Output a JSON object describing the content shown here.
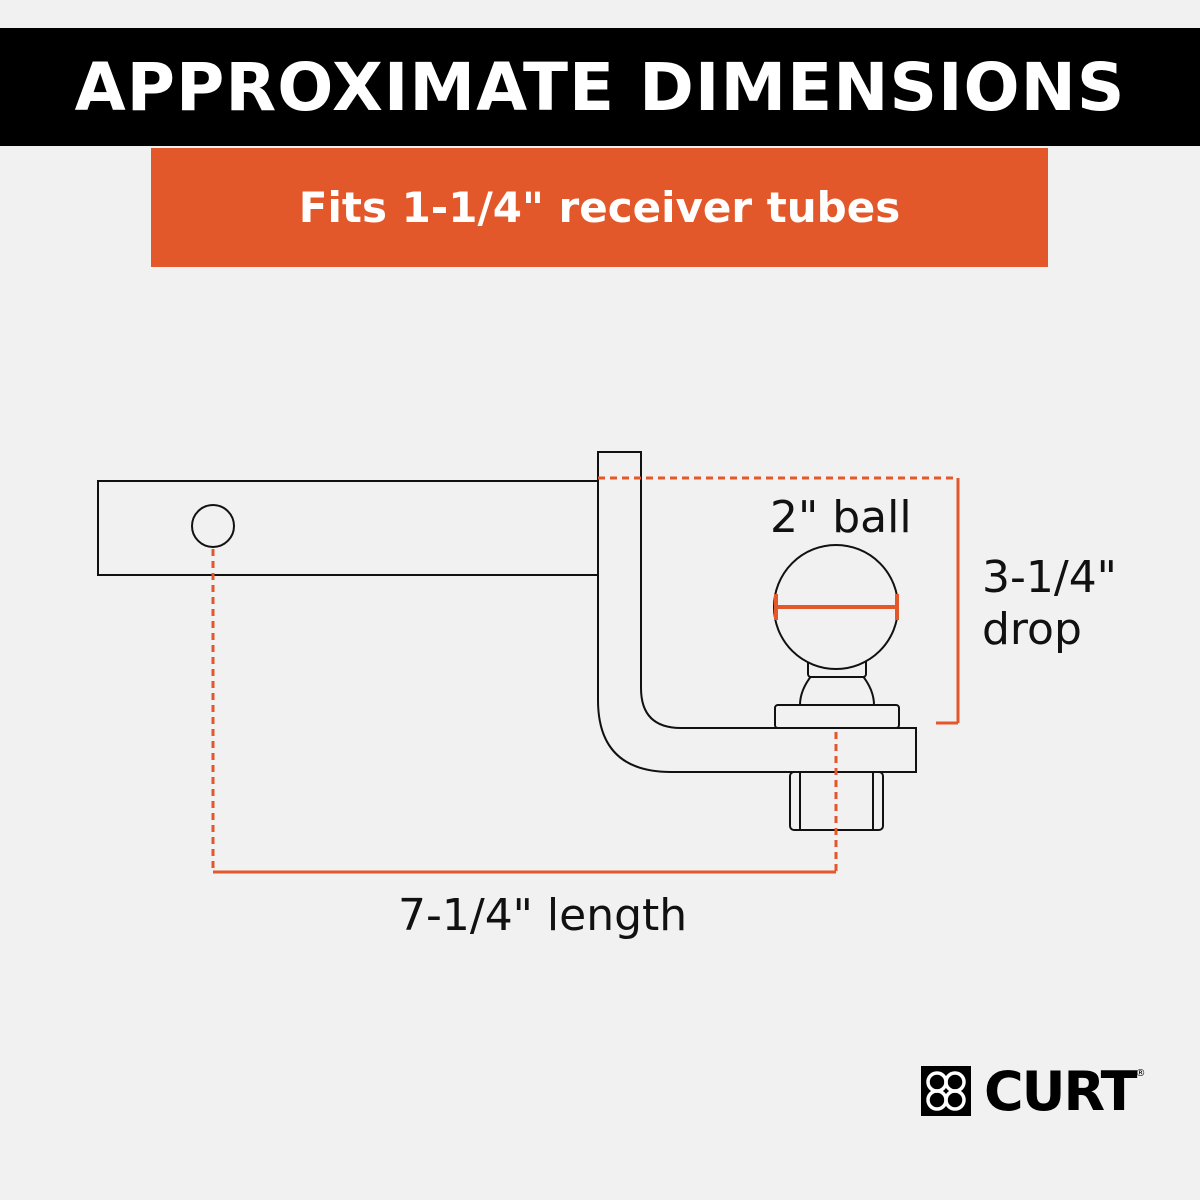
{
  "header": {
    "title": "APPROXIMATE DIMENSIONS"
  },
  "banner": {
    "text": "Fits 1-1/4\" receiver tubes"
  },
  "labels": {
    "ball": "2\" ball",
    "drop_line1": "3-1/4\"",
    "drop_line2": "drop",
    "length": "7-1/4\" length"
  },
  "brand": {
    "name": "CURT",
    "logo_icon": "curt-logo-icon"
  },
  "colors": {
    "header_bg": "#000000",
    "banner_bg": "#e3582a",
    "dimension_line": "#e3582a",
    "outline": "#111111",
    "background": "#f1f1f1"
  }
}
